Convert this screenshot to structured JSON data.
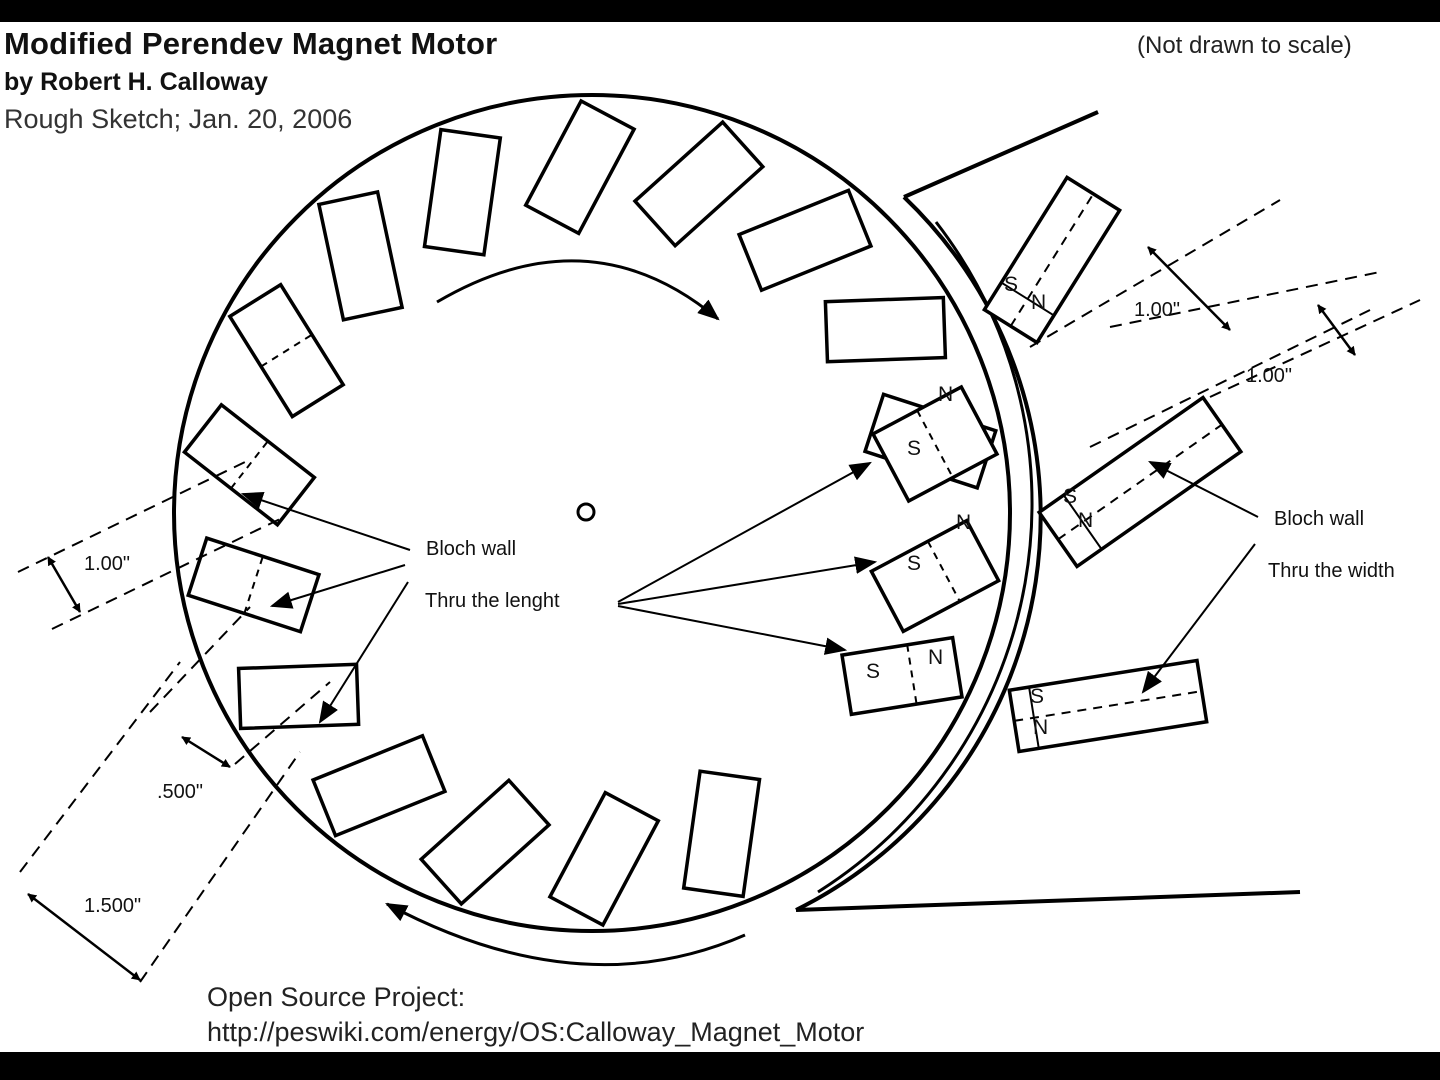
{
  "header": {
    "title": "Modified Perendev Magnet Motor",
    "author": "by Robert H. Calloway",
    "subtitle": "Rough Sketch; Jan. 20, 2006",
    "scale_note": "(Not drawn to scale)"
  },
  "footer": {
    "line1": "Open Source Project:",
    "line2": "http://peswiki.com/energy/OS:Calloway_Magnet_Motor"
  },
  "labels": {
    "bloch_left": "Bloch wall",
    "thru_length": "Thru the lenght",
    "bloch_right": "Bloch wall",
    "thru_width": "Thru the width"
  },
  "dimensions": {
    "left_width": "1.00\"",
    "left_small": ".500\"",
    "left_long": "1.500\"",
    "right_top": "1.00\"",
    "right_second": "1.00\""
  },
  "poles": {
    "south": "S",
    "north": "N"
  }
}
